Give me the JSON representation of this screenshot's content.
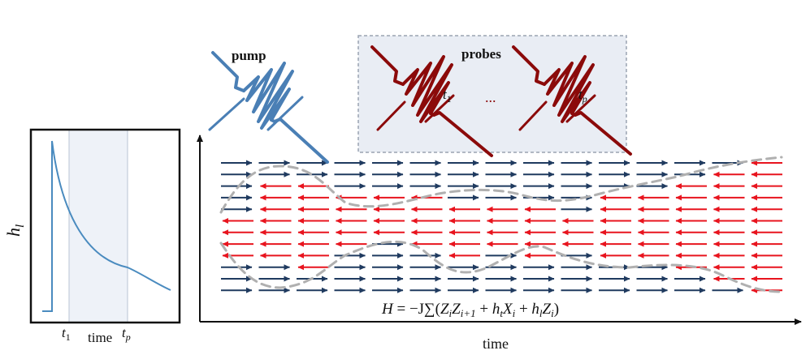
{
  "inset": {
    "ylabel_var": "h",
    "ylabel_sub": "l",
    "xlabel": "time",
    "t1_var": "t",
    "t1_sub": "1",
    "tp_var": "t",
    "tp_sub": "p"
  },
  "pump": {
    "label": "pump"
  },
  "probes": {
    "label": "probes",
    "t1_var": "t",
    "t1_sub": "1",
    "ellipsis": "...",
    "tp_var": "t",
    "tp_sub": "p"
  },
  "main": {
    "xlabel": "time",
    "hamiltonian": {
      "lhs": "H",
      "eq": " = −J∑(",
      "z1": "Z",
      "z1_sub": "i",
      "z2": "Z",
      "z2_sub": "i+1",
      "plus1": " + ",
      "ht": "h",
      "ht_sub": "t",
      "x": "X",
      "x_sub": "i",
      "plus2": " + ",
      "hl": "h",
      "hl_sub": "l",
      "z3": "Z",
      "z3_sub": "i",
      "close": ")"
    }
  },
  "colors": {
    "navy": "#1f3a5f",
    "red": "#e8141e",
    "pump": "#4a7fb5",
    "probe": "#8b0a0a",
    "curve": "#4a8bbf",
    "dashed": "#b8b8b8",
    "window_fill": "#eef2f8",
    "probe_box_fill": "#e9edf4"
  },
  "spin_grid": {
    "columns": 15,
    "rows": 12,
    "red_rows_by_column": [
      [
        5,
        6,
        7,
        8
      ],
      [
        2,
        3,
        4,
        5,
        6,
        7,
        8
      ],
      [
        2,
        3,
        4,
        5,
        6,
        7,
        8,
        9
      ],
      [
        3,
        4,
        5,
        6,
        7
      ],
      [
        3,
        4,
        5,
        6
      ],
      [
        3,
        4,
        5,
        6,
        7
      ],
      [
        4,
        5,
        6,
        7,
        8
      ],
      [
        4,
        5,
        6,
        7
      ],
      [
        4,
        5,
        6,
        7,
        8
      ],
      [
        5,
        6,
        7
      ],
      [
        3,
        4,
        5,
        6,
        7,
        8
      ],
      [
        3,
        4,
        5,
        6,
        7,
        8
      ],
      [
        2,
        3,
        4,
        5,
        6,
        7,
        8,
        9
      ],
      [
        1,
        2,
        3,
        4,
        5,
        6,
        7,
        8,
        9,
        10
      ],
      [
        0,
        1,
        2,
        3,
        4,
        5,
        6,
        7,
        8,
        9,
        10,
        11
      ]
    ]
  }
}
